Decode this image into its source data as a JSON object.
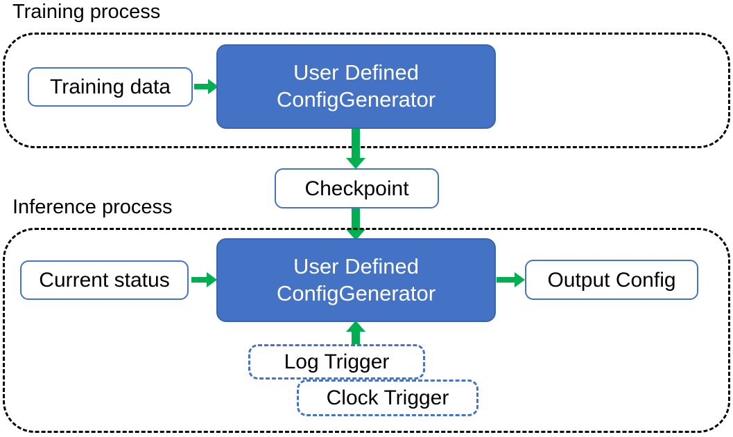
{
  "diagram": {
    "title_training": "Training process",
    "title_inference": "Inference process",
    "colors": {
      "accent_blue": "#4472C4",
      "arrow_green": "#00B050",
      "container_border": "#000000",
      "node_text_light": "#FFFFFF",
      "node_text_dark": "#000000",
      "background": "#FFFFFF"
    },
    "sections": [
      {
        "id": "training",
        "caption": "Training process",
        "nodes": [
          {
            "id": "training-data",
            "label": "Training data",
            "style": "plain"
          },
          {
            "id": "training-generator",
            "label_line1": "User Defined",
            "label_line2": "ConfigGenerator",
            "style": "filled"
          }
        ]
      },
      {
        "id": "inference",
        "caption": "Inference process",
        "nodes": [
          {
            "id": "current-status",
            "label": "Current status",
            "style": "plain"
          },
          {
            "id": "inference-generator",
            "label_line1": "User Defined",
            "label_line2": "ConfigGenerator",
            "style": "filled"
          },
          {
            "id": "output-config",
            "label": "Output Config",
            "style": "plain"
          },
          {
            "id": "log-trigger",
            "label": "Log Trigger",
            "style": "trigger-dashed"
          },
          {
            "id": "clock-trigger",
            "label": "Clock Trigger",
            "style": "trigger-dashed"
          }
        ]
      }
    ],
    "intermediate_nodes": [
      {
        "id": "checkpoint",
        "label": "Checkpoint",
        "style": "plain"
      }
    ],
    "edges": [
      {
        "id": "edge-training-data-to-generator",
        "from": "training-data",
        "to": "training-generator",
        "direction": "right"
      },
      {
        "id": "edge-generator-to-checkpoint",
        "from": "training-generator",
        "to": "checkpoint",
        "direction": "down"
      },
      {
        "id": "edge-checkpoint-to-inference-generator",
        "from": "checkpoint",
        "to": "inference-generator",
        "direction": "down"
      },
      {
        "id": "edge-current-status-to-generator",
        "from": "current-status",
        "to": "inference-generator",
        "direction": "right"
      },
      {
        "id": "edge-generator-to-output-config",
        "from": "inference-generator",
        "to": "output-config",
        "direction": "right"
      },
      {
        "id": "edge-triggers-to-generator",
        "from": "log-trigger",
        "to": "inference-generator",
        "direction": "up"
      }
    ]
  },
  "labels": {
    "training_process": "Training process",
    "inference_process": "Inference process",
    "training_data": "Training data",
    "user_defined_1": "User Defined",
    "config_generator_1": "ConfigGenerator",
    "checkpoint": "Checkpoint",
    "current_status": "Current status",
    "user_defined_2": "User Defined",
    "config_generator_2": "ConfigGenerator",
    "output_config": "Output Config",
    "log_trigger": "Log Trigger",
    "clock_trigger": "Clock Trigger"
  }
}
